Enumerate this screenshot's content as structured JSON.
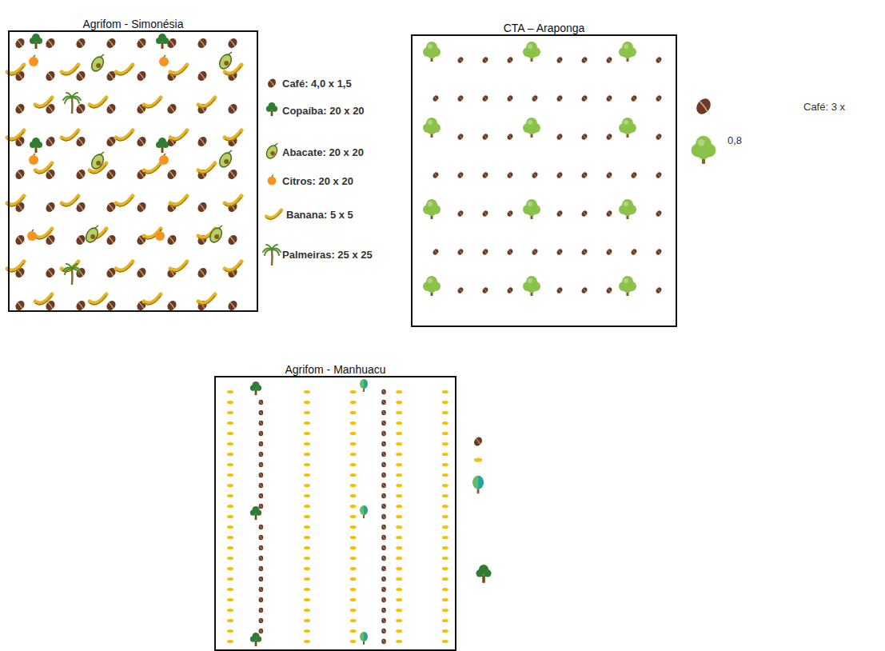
{
  "diagram": {
    "nodes": [
      {
        "text": [
          "Agrifom - Simonésia"
        ]
      },
      {
        "text": [
          "CTA – Araponga"
        ]
      },
      {
        "text": [
          "Agrifom - Manhuacu"
        ]
      }
    ],
    "legend": [
      {
        "text": "Café: 4,0 x 1,5"
      },
      {
        "text": "Copaíba: 20 x 20"
      },
      {
        "text": "Abacate: 20 x 20"
      },
      {
        "text": "Citros: 20 x 20"
      },
      {
        "text": "Banana: 5 x 5"
      },
      {
        "text": "Palmeiras: 25 x 25"
      },
      {
        "text": "Café: 3 x"
      },
      {
        "text": "0,8"
      }
    ]
  }
}
